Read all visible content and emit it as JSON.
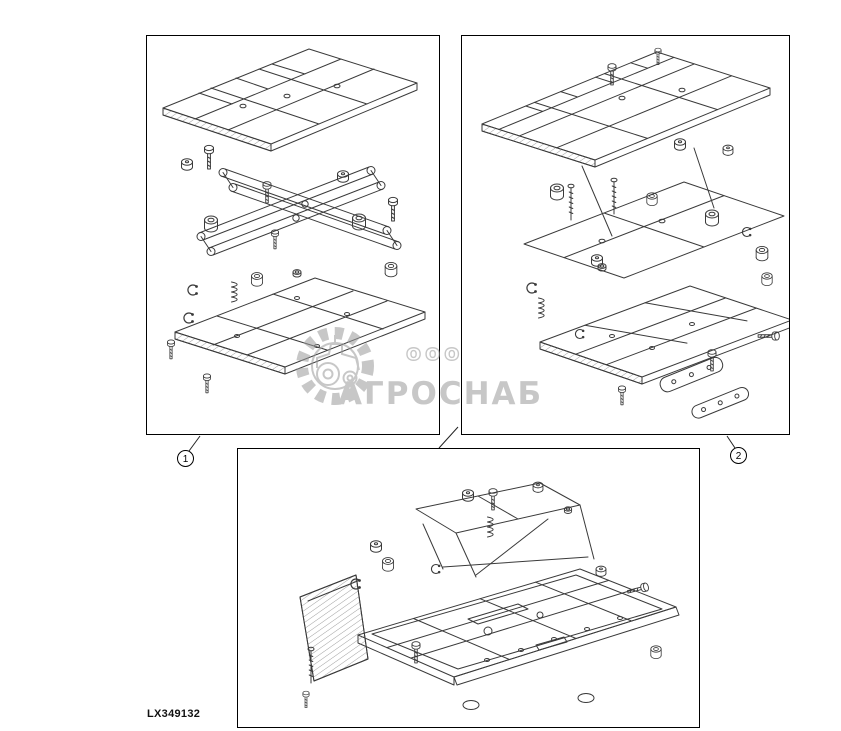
{
  "page": {
    "background": "#ffffff",
    "drawing_line_color": "#3a3a3a"
  },
  "panels": [
    {
      "name": "upper-left-exploded-assembly"
    },
    {
      "name": "upper-right-exploded-assembly"
    },
    {
      "name": "bottom-exploded-assembly"
    }
  ],
  "callouts": [
    {
      "label": "1"
    },
    {
      "label": "2"
    }
  ],
  "watermark": {
    "prefix": "ооо",
    "name": "АГРОСНАБ",
    "color": "#9b9b9b"
  },
  "figure_code": "LX349132"
}
